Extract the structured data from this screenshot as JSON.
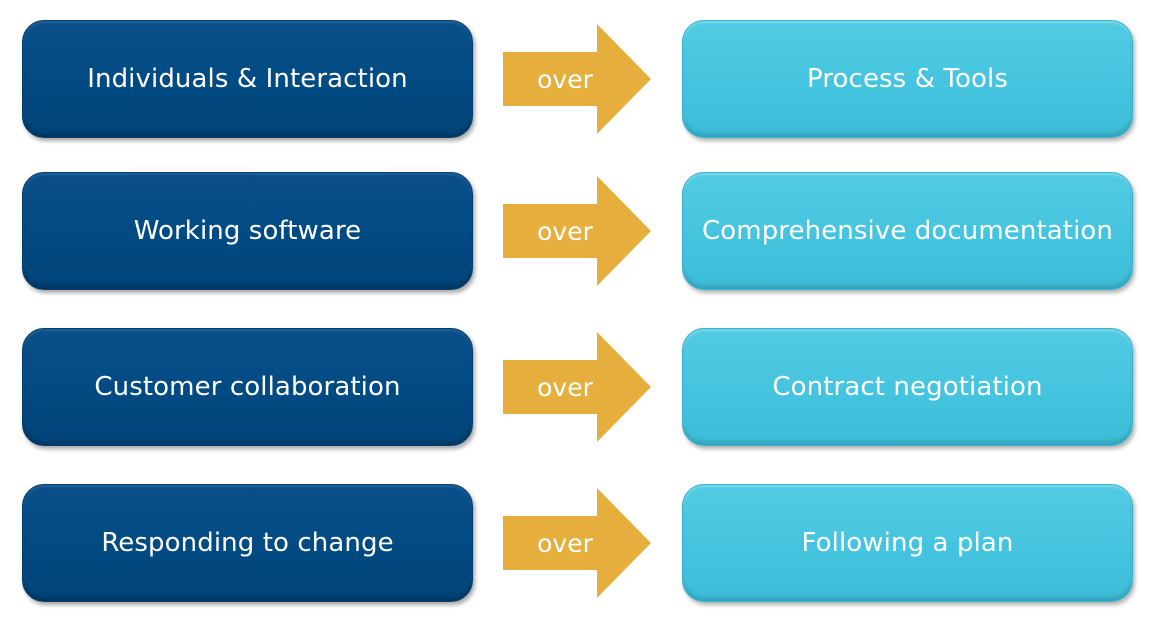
{
  "colors": {
    "left_box": "#014a82",
    "right_box": "#45c4df",
    "arrow": "#e6ae3d",
    "text": "#ffffff"
  },
  "rows": [
    {
      "left": "Individuals & Interaction",
      "connector": "over",
      "right": "Process & Tools"
    },
    {
      "left": "Working software",
      "connector": "over",
      "right": "Comprehensive documentation"
    },
    {
      "left": "Customer collaboration",
      "connector": "over",
      "right": "Contract negotiation"
    },
    {
      "left": "Responding to change",
      "connector": "over",
      "right": "Following a plan"
    }
  ]
}
